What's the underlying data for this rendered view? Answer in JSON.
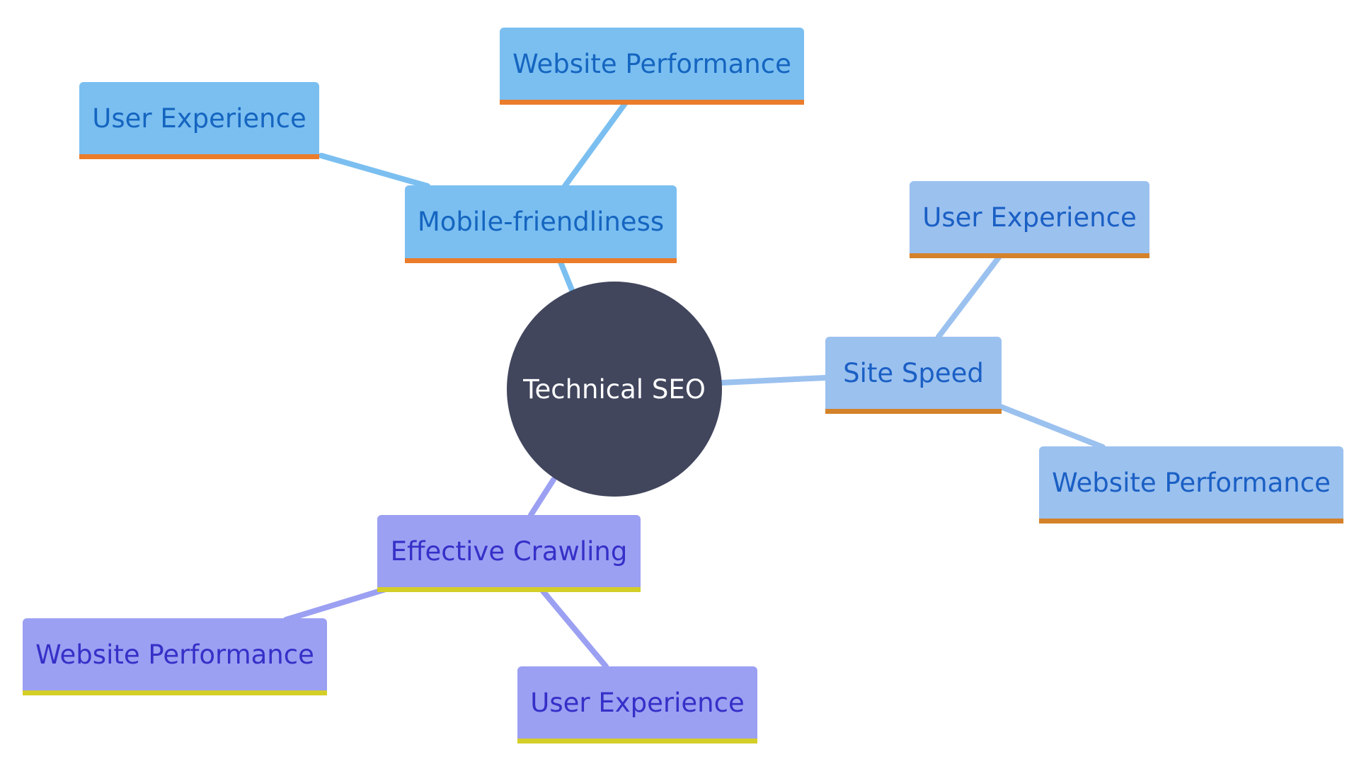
{
  "colors": {
    "root_fill": "#41465d",
    "root_text": "#ffffff",
    "branch1_fill": "#7bbff1",
    "branch1_text": "#1565c0",
    "branch1_edge": "#7bbff1",
    "branch1_underline": "#ea7c2b",
    "branch2_fill": "#9bc1ef",
    "branch2_text": "#1a5fc4",
    "branch2_edge": "#9bc1ef",
    "branch2_underline": "#d4822a",
    "branch3_fill": "#9ba0f2",
    "branch3_text": "#3530c8",
    "branch3_edge": "#9ba0f2",
    "branch3_underline": "#d4ce28"
  },
  "root": {
    "label": "Technical SEO"
  },
  "branches": [
    {
      "label": "Mobile-friendliness",
      "children": [
        {
          "label": "User Experience"
        },
        {
          "label": "Website Performance"
        }
      ]
    },
    {
      "label": "Site Speed",
      "children": [
        {
          "label": "User Experience"
        },
        {
          "label": "Website Performance"
        }
      ]
    },
    {
      "label": "Effective Crawling",
      "children": [
        {
          "label": "Website Performance"
        },
        {
          "label": "User Experience"
        }
      ]
    }
  ]
}
